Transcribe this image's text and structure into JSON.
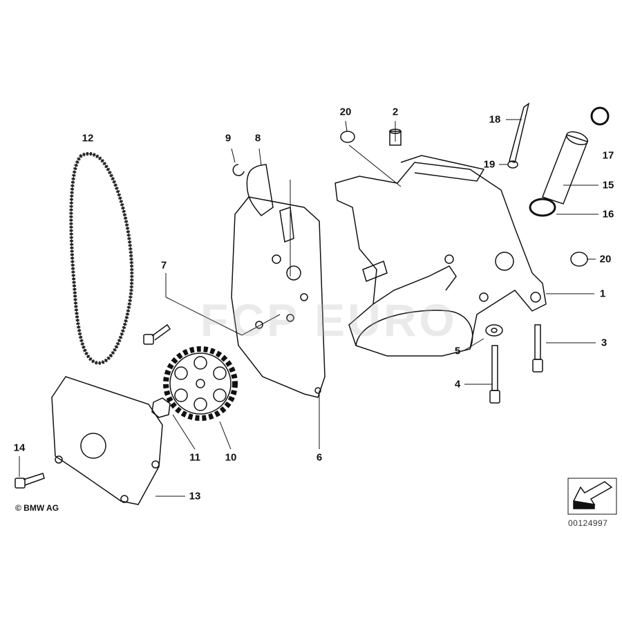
{
  "diagram": {
    "watermark": "FCP EURO",
    "copyright": "© BMW AG",
    "doc_number": "00124997",
    "callouts": [
      {
        "id": "20a",
        "label": "20"
      },
      {
        "id": "2",
        "label": "2"
      },
      {
        "id": "18",
        "label": "18"
      },
      {
        "id": "17",
        "label": "17"
      },
      {
        "id": "19",
        "label": "19"
      },
      {
        "id": "15",
        "label": "15"
      },
      {
        "id": "16",
        "label": "16"
      },
      {
        "id": "20b",
        "label": "20"
      },
      {
        "id": "1",
        "label": "1"
      },
      {
        "id": "12",
        "label": "12"
      },
      {
        "id": "9",
        "label": "9"
      },
      {
        "id": "8",
        "label": "8"
      },
      {
        "id": "7",
        "label": "7"
      },
      {
        "id": "5",
        "label": "5"
      },
      {
        "id": "3",
        "label": "3"
      },
      {
        "id": "4",
        "label": "4"
      },
      {
        "id": "6",
        "label": "6"
      },
      {
        "id": "11",
        "label": "11"
      },
      {
        "id": "10",
        "label": "10"
      },
      {
        "id": "14",
        "label": "14"
      },
      {
        "id": "13",
        "label": "13"
      }
    ]
  }
}
